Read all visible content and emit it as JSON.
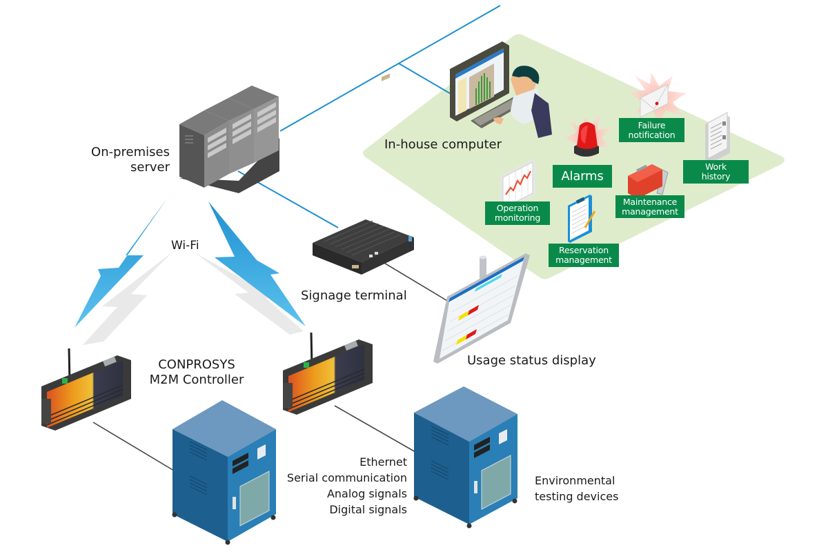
{
  "diagram": {
    "title": "",
    "colors": {
      "network_line": "#1a8fd0",
      "wired_line": "#444444",
      "zone_fill": "#dfeccc",
      "label_box": "#0a8a4a",
      "label_text": "#ffffff",
      "wifi_bolt": "#35a3de",
      "wifi_bolt_shadow": "#e8e8e8",
      "cabinet_blue": "#1f6fa6",
      "server_gray": "#5b5b5b"
    },
    "nodes": {
      "server": {
        "label_line1": "On-premises",
        "label_line2": "server",
        "icon": "server-rack-icon"
      },
      "computer": {
        "label": "In-house computer",
        "icon": "desktop-computer-user-icon"
      },
      "signage": {
        "label": "Signage terminal",
        "icon": "box-pc-icon"
      },
      "display": {
        "label": "Usage status display",
        "icon": "signage-display-icon"
      },
      "wifi": {
        "label": "Wi-Fi",
        "icon": "lightning-bolt-icon"
      },
      "controller": {
        "label_line1": "CONPROSYS",
        "label_line2": "M2M Controller",
        "icon": "m2m-controller-icon"
      },
      "env_devices": {
        "label_line1": "Environmental",
        "label_line2": "testing devices",
        "icon": "environmental-chamber-icon"
      }
    },
    "interfaces": [
      "Ethernet",
      "Serial communication",
      "Analog signals",
      "Digital signals"
    ],
    "functions": {
      "alarms": {
        "lines": [
          "Alarms"
        ],
        "icon": "red-siren-icon"
      },
      "failure_notification": {
        "lines": [
          "Failure",
          "notification"
        ],
        "icon": "alert-envelope-icon"
      },
      "work_history": {
        "lines": [
          "Work",
          "history"
        ],
        "icon": "document-stack-icon"
      },
      "operation_monitoring": {
        "lines": [
          "Operation",
          "monitoring"
        ],
        "icon": "line-chart-icon"
      },
      "maintenance_management": {
        "lines": [
          "Maintenance",
          "management"
        ],
        "icon": "toolbox-wrench-icon"
      },
      "reservation_management": {
        "lines": [
          "Reservation",
          "management"
        ],
        "icon": "clipboard-pencil-icon"
      }
    }
  }
}
